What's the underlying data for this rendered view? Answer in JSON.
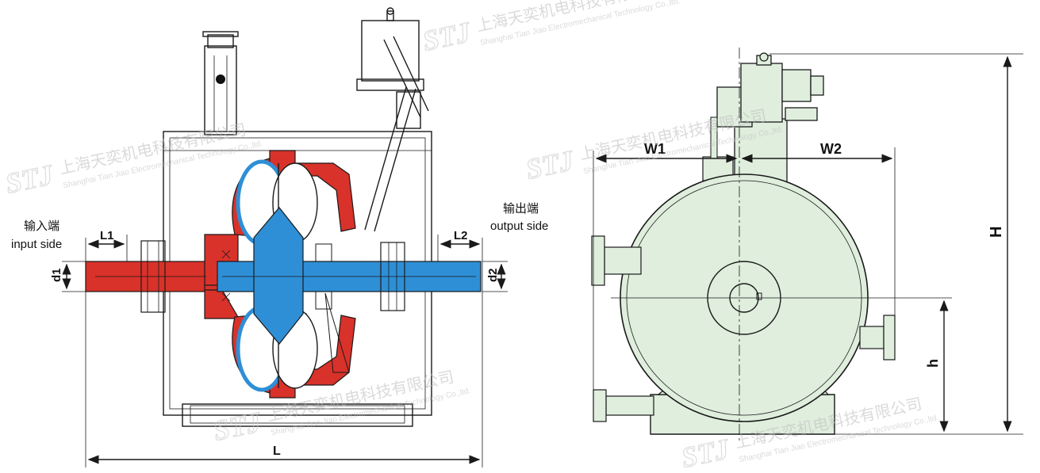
{
  "colors": {
    "input_red": "#d8322a",
    "output_blue": "#2e8fd6",
    "housing_green": "#dfeedd",
    "line": "#1a1a1a",
    "watermark": "#bdbdbd"
  },
  "left_view": {
    "input_label_cn": "输入端",
    "input_label_en": "input side",
    "output_label_cn": "输出端",
    "output_label_en": "output side",
    "dim_L1": "L1",
    "dim_L2": "L2",
    "dim_d1": "d1",
    "dim_d2": "d2",
    "dim_L": "L"
  },
  "right_view": {
    "dim_W1": "W1",
    "dim_W2": "W2",
    "dim_H": "H",
    "dim_h": "h"
  },
  "watermark": {
    "logo": "STJ",
    "cn": "上海天奕机电科技有限公司",
    "en": "Shanghai Tian Jiao Electromechanical Technology Co.,ltd."
  }
}
